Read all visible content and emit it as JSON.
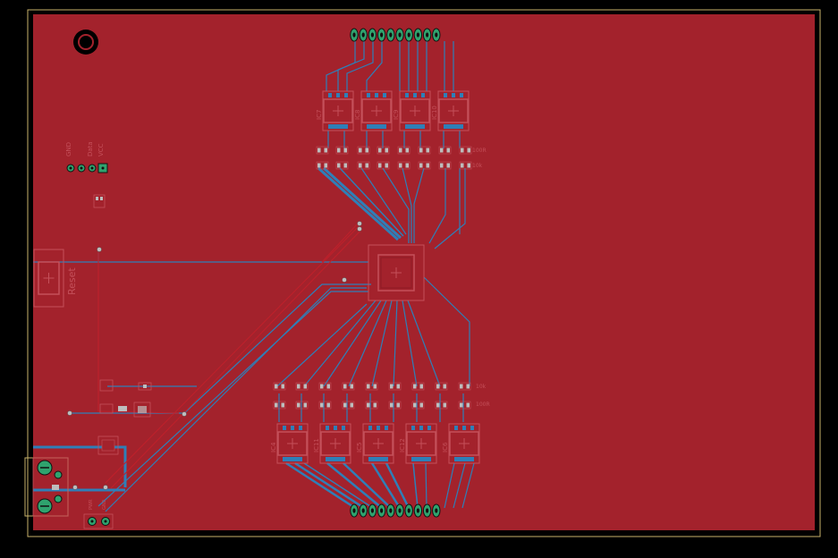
{
  "colors": {
    "background": "#000000",
    "board_fill": "#A3222C",
    "board_outline": "#C8B26A",
    "top_trace": "#B71C27",
    "bottom_trace": "#2E7FB8",
    "pad_green": "#2FA36E",
    "silkscreen": "#C4505A",
    "via": "#BDBDBD"
  },
  "header_pins": {
    "gnd": "GND",
    "data": "Data",
    "vcc": "VCC"
  },
  "reset_label": "Reset",
  "resistor_labels": {
    "top_row1": "100R",
    "top_row2": "10k",
    "bottom_row1": "10k",
    "bottom_row2": "100R"
  },
  "top_ic_labels": [
    "IC7",
    "IC8",
    "IC9",
    "IC10"
  ],
  "bottom_ic_labels": [
    "IC4",
    "IC11",
    "IC5",
    "IC12",
    "IC6"
  ],
  "mounting_hole": "mounting-hole",
  "power_pad_labels": {
    "left": "PWR",
    "right": "GND"
  }
}
